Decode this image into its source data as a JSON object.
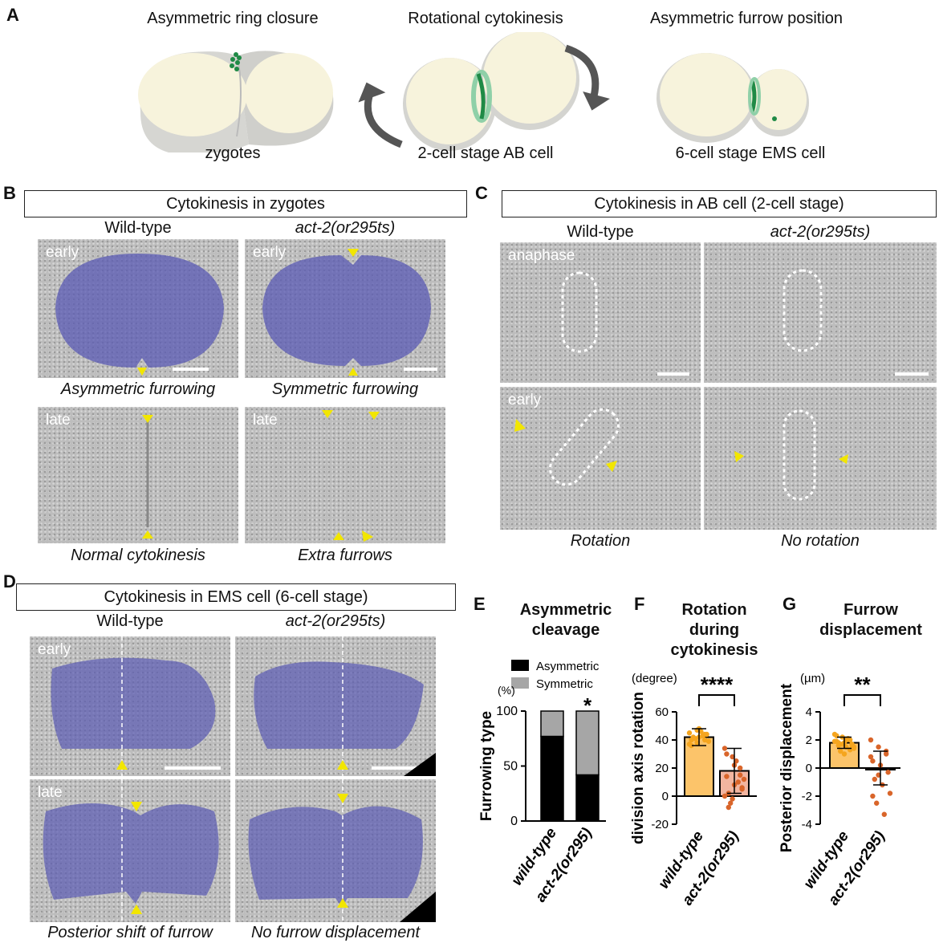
{
  "panels": {
    "A": {
      "label": "A",
      "titles": [
        "Asymmetric ring closure",
        "Rotational cytokinesis",
        "Asymmetric furrow position"
      ],
      "captions": [
        "zygotes",
        "2-cell stage AB cell",
        "6-cell stage EMS cell"
      ]
    },
    "B": {
      "label": "B",
      "title": "Cytokinesis in zygotes",
      "col1": "Wild-type",
      "col2": "act-2(or295ts)",
      "tag_top": "early",
      "tag_bottom": "late",
      "cap_top_left": "Asymmetric furrowing",
      "cap_top_right": "Symmetric furrowing",
      "cap_bottom_left": "Normal cytokinesis",
      "cap_bottom_right": "Extra furrows"
    },
    "C": {
      "label": "C",
      "title": "Cytokinesis in AB cell (2-cell stage)",
      "col1": "Wild-type",
      "col2": "act-2(or295ts)",
      "tag_top": "anaphase",
      "tag_bottom": "early",
      "cap_left": "Rotation",
      "cap_right": "No rotation"
    },
    "D": {
      "label": "D",
      "title": "Cytokinesis in EMS cell (6-cell stage)",
      "col1": "Wild-type",
      "col2": "act-2(or295ts)",
      "tag_top": "early",
      "tag_bottom": "late",
      "cap_left": "Posterior shift of furrow",
      "cap_right": "No furrow displacement"
    },
    "E": {
      "label": "E",
      "title_l1": "Asymmetric",
      "title_l2": "cleavage"
    },
    "F": {
      "label": "F",
      "title_l1": "Rotation",
      "title_l2": "during",
      "title_l3": "cytokinesis"
    },
    "G": {
      "label": "G",
      "title_l1": "Furrow",
      "title_l2": "displacement"
    }
  },
  "colors": {
    "overlay": "#5a5ab4",
    "arrow": "#f2e600",
    "wt_bar": "#fcc46a",
    "wt_dot": "#f5a51e",
    "mut_dot": "#d9652a",
    "green": "#1f8a46",
    "cell_fill": "#f7f3dc"
  },
  "chart_data": [
    {
      "type": "bar",
      "stacked": true,
      "categories": [
        "wild-type",
        "act-2(or295)"
      ],
      "series": [
        {
          "name": "Asymmetric",
          "values": [
            77,
            42
          ],
          "color": "#000000"
        },
        {
          "name": "Symmetric",
          "values": [
            23,
            58
          ],
          "color": "#a6a6a6"
        }
      ],
      "ylabel": "Furrowing type",
      "yunit": "(%)",
      "ylim": [
        0,
        100
      ],
      "yticks": [
        0,
        50,
        100
      ],
      "significance": "*",
      "legend": "top"
    },
    {
      "type": "bar",
      "categories": [
        "wild-type",
        "act-2(or295)"
      ],
      "values": [
        42,
        18
      ],
      "errors": [
        6,
        16
      ],
      "ylabel": "division axis rotation",
      "yunit": "(degree)",
      "ylim": [
        -20,
        60
      ],
      "yticks": [
        -20,
        0,
        20,
        40,
        60
      ],
      "significance": "****",
      "points": [
        [
          45,
          38,
          40,
          36,
          48,
          44,
          42,
          46,
          39,
          41,
          43,
          37,
          47,
          44,
          40,
          42
        ],
        [
          34,
          28,
          20,
          14,
          8,
          5,
          2,
          25,
          12,
          -5,
          10,
          0,
          -2,
          15,
          30,
          22,
          6,
          -8
        ]
      ]
    },
    {
      "type": "bar",
      "categories": [
        "wild-type",
        "act-2(or295)"
      ],
      "values": [
        1.8,
        0.0
      ],
      "errors": [
        0.4,
        1.2
      ],
      "ylabel": "Posterior displacement",
      "yunit": "(µm)",
      "ylim": [
        -4,
        4
      ],
      "yticks": [
        -4,
        -2,
        0,
        2,
        4
      ],
      "significance": "**",
      "points": [
        [
          2.4,
          2.2,
          2.0,
          1.9,
          1.8,
          1.7,
          1.6,
          1.5,
          1.4,
          1.2,
          2.1,
          1.9,
          1.7,
          1.3,
          2.3,
          1.0,
          1.6,
          1.8,
          2.0,
          1.5
        ],
        [
          2.0,
          1.5,
          1.0,
          0.5,
          0.2,
          -0.3,
          -0.8,
          -1.2,
          -1.8,
          -2.5,
          -3.3,
          0.8,
          -0.5,
          1.2,
          -2.0
        ]
      ]
    }
  ]
}
